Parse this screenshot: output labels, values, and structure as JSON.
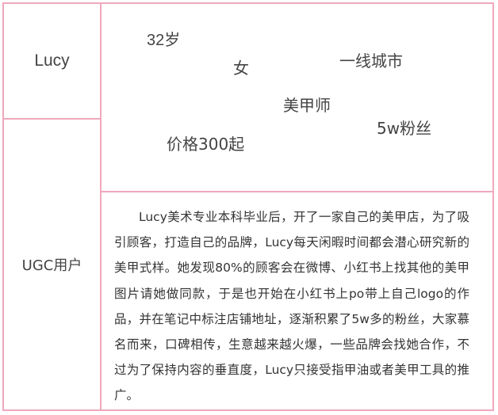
{
  "persona": {
    "name": "Lucy",
    "user_type": "UGC用户",
    "tags": {
      "age": "32岁",
      "gender": "女",
      "city": "一线城市",
      "occupation": "美甲师",
      "followers": "5w粉丝",
      "price": "价格300起"
    },
    "description": "Lucy美术专业本科毕业后，开了一家自己的美甲店，为了吸引顾客，打造自己的品牌，Lucy每天闲暇时间都会潜心研究新的美甲式样。她发现80%的顾客会在微博、小红书上找其他的美甲图片请她做同款，于是也开始在小红书上po带上自己logo的作品，并在笔记中标注店铺地址，逐渐积累了5w多的粉丝，大家慕名而来，口碑相传，生意越来越火爆，一些品牌会找她合作，不过为了保持内容的垂直度，Lucy只接受指甲油或者美甲工具的推广。"
  },
  "colors": {
    "border": "#f0a8bc",
    "text": "#3a3a3a"
  }
}
